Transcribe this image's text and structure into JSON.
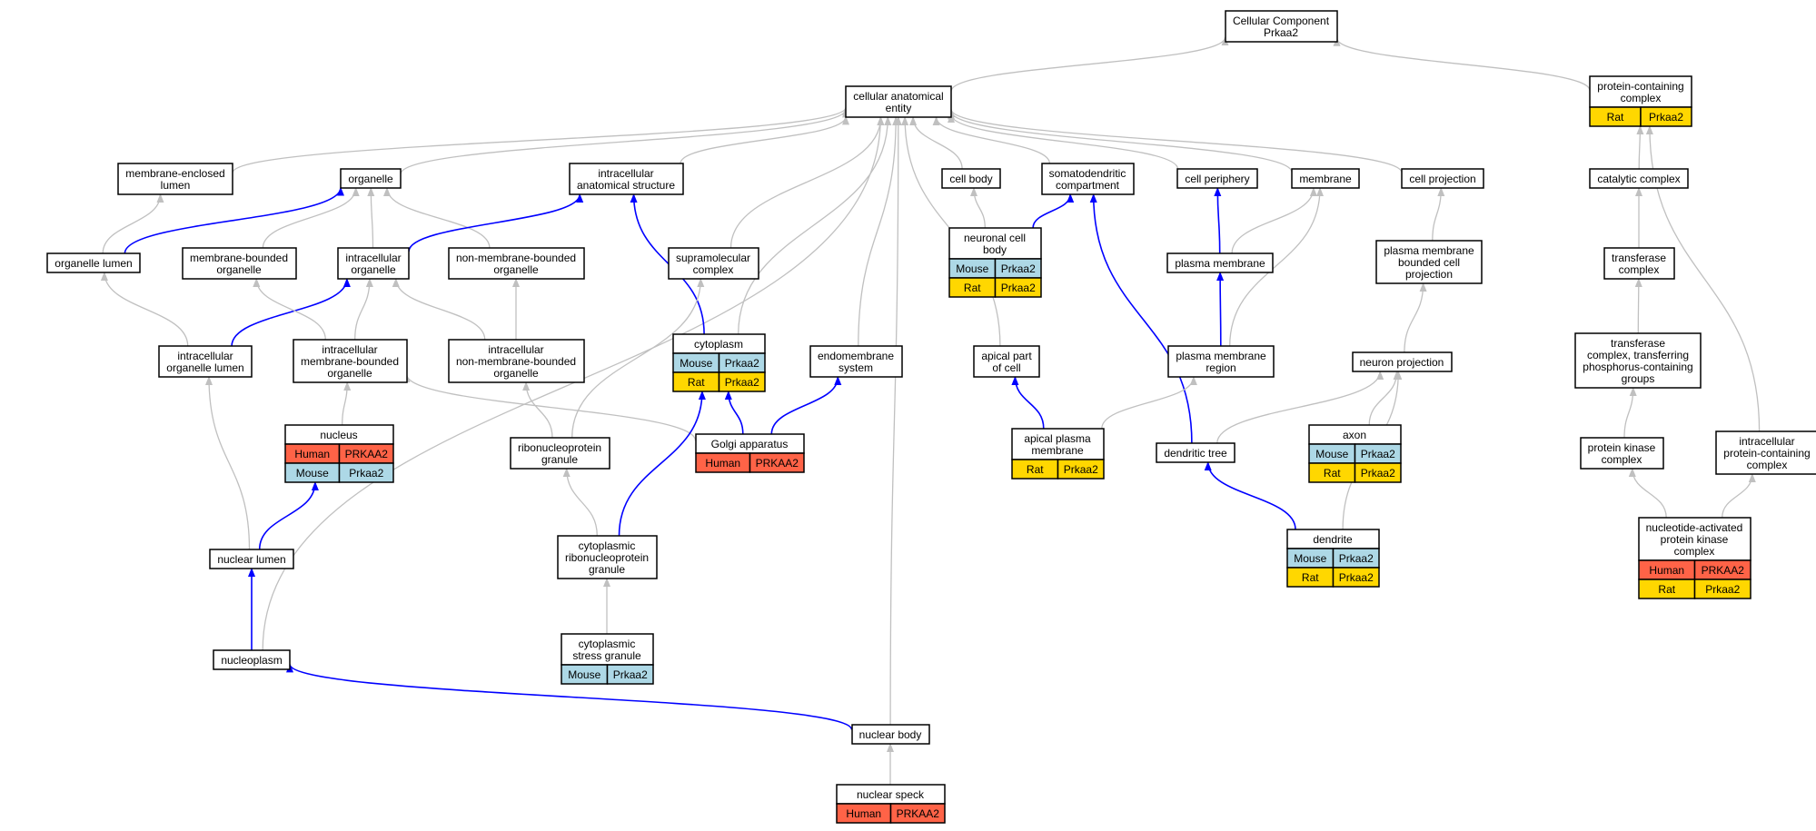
{
  "diagram": {
    "colors": {
      "is_a_edge": "#c0c0c0",
      "part_of_edge": "#0000ff",
      "node_border": "#000000",
      "Human": "#ff6347",
      "Mouse": "#add8e6",
      "Rat": "#ffd700"
    },
    "nodes": [
      {
        "id": "cellular_component",
        "lines": [
          "Cellular Component",
          "Prkaa2"
        ],
        "annotations": []
      },
      {
        "id": "cellular_anatomical_entity",
        "lines": [
          "cellular anatomical",
          "entity"
        ],
        "annotations": []
      },
      {
        "id": "protein_containing_complex",
        "lines": [
          "protein-containing",
          "complex"
        ],
        "annotations": [
          {
            "species": "Rat",
            "gene": "Prkaa2"
          }
        ]
      },
      {
        "id": "membrane_enclosed_lumen",
        "lines": [
          "membrane-enclosed",
          "lumen"
        ],
        "annotations": []
      },
      {
        "id": "organelle",
        "lines": [
          "organelle"
        ],
        "annotations": []
      },
      {
        "id": "intracellular_anatomical_structure",
        "lines": [
          "intracellular",
          "anatomical structure"
        ],
        "annotations": []
      },
      {
        "id": "cell_body",
        "lines": [
          "cell body"
        ],
        "annotations": []
      },
      {
        "id": "somatodendritic_compartment",
        "lines": [
          "somatodendritic",
          "compartment"
        ],
        "annotations": []
      },
      {
        "id": "cell_periphery",
        "lines": [
          "cell periphery"
        ],
        "annotations": []
      },
      {
        "id": "membrane",
        "lines": [
          "membrane"
        ],
        "annotations": []
      },
      {
        "id": "cell_projection",
        "lines": [
          "cell projection"
        ],
        "annotations": []
      },
      {
        "id": "catalytic_complex",
        "lines": [
          "catalytic complex"
        ],
        "annotations": []
      },
      {
        "id": "organelle_lumen",
        "lines": [
          "organelle lumen"
        ],
        "annotations": []
      },
      {
        "id": "membrane_bounded_organelle",
        "lines": [
          "membrane-bounded",
          "organelle"
        ],
        "annotations": []
      },
      {
        "id": "intracellular_organelle",
        "lines": [
          "intracellular",
          "organelle"
        ],
        "annotations": []
      },
      {
        "id": "non_membrane_bounded_organelle",
        "lines": [
          "non-membrane-bounded",
          "organelle"
        ],
        "annotations": []
      },
      {
        "id": "supramolecular_complex",
        "lines": [
          "supramolecular",
          "complex"
        ],
        "annotations": []
      },
      {
        "id": "neuronal_cell_body",
        "lines": [
          "neuronal cell",
          "body"
        ],
        "annotations": [
          {
            "species": "Mouse",
            "gene": "Prkaa2"
          },
          {
            "species": "Rat",
            "gene": "Prkaa2"
          }
        ]
      },
      {
        "id": "plasma_membrane",
        "lines": [
          "plasma membrane"
        ],
        "annotations": []
      },
      {
        "id": "plasma_membrane_bounded_cell_projection",
        "lines": [
          "plasma membrane",
          "bounded cell",
          "projection"
        ],
        "annotations": []
      },
      {
        "id": "transferase_complex",
        "lines": [
          "transferase",
          "complex"
        ],
        "annotations": []
      },
      {
        "id": "intracellular_organelle_lumen",
        "lines": [
          "intracellular",
          "organelle lumen"
        ],
        "annotations": []
      },
      {
        "id": "intracellular_membrane_bounded_organelle",
        "lines": [
          "intracellular",
          "membrane-bounded",
          "organelle"
        ],
        "annotations": []
      },
      {
        "id": "intracellular_non_membrane_bounded_organelle",
        "lines": [
          "intracellular",
          "non-membrane-bounded",
          "organelle"
        ],
        "annotations": []
      },
      {
        "id": "cytoplasm",
        "lines": [
          "cytoplasm"
        ],
        "annotations": [
          {
            "species": "Mouse",
            "gene": "Prkaa2"
          },
          {
            "species": "Rat",
            "gene": "Prkaa2"
          }
        ]
      },
      {
        "id": "endomembrane_system",
        "lines": [
          "endomembrane",
          "system"
        ],
        "annotations": []
      },
      {
        "id": "apical_part_of_cell",
        "lines": [
          "apical part",
          "of cell"
        ],
        "annotations": []
      },
      {
        "id": "plasma_membrane_region",
        "lines": [
          "plasma membrane",
          "region"
        ],
        "annotations": []
      },
      {
        "id": "neuron_projection",
        "lines": [
          "neuron projection"
        ],
        "annotations": []
      },
      {
        "id": "transferase_complex_phospho",
        "lines": [
          "transferase",
          "complex, transferring",
          "phosphorus-containing",
          "groups"
        ],
        "annotations": []
      },
      {
        "id": "nucleus",
        "lines": [
          "nucleus"
        ],
        "annotations": [
          {
            "species": "Human",
            "gene": "PRKAA2"
          },
          {
            "species": "Mouse",
            "gene": "Prkaa2"
          }
        ]
      },
      {
        "id": "ribonucleoprotein_granule",
        "lines": [
          "ribonucleoprotein",
          "granule"
        ],
        "annotations": []
      },
      {
        "id": "golgi_apparatus",
        "lines": [
          "Golgi apparatus"
        ],
        "annotations": [
          {
            "species": "Human",
            "gene": "PRKAA2"
          }
        ]
      },
      {
        "id": "apical_plasma_membrane",
        "lines": [
          "apical plasma",
          "membrane"
        ],
        "annotations": [
          {
            "species": "Rat",
            "gene": "Prkaa2"
          }
        ]
      },
      {
        "id": "dendritic_tree",
        "lines": [
          "dendritic tree"
        ],
        "annotations": []
      },
      {
        "id": "axon",
        "lines": [
          "axon"
        ],
        "annotations": [
          {
            "species": "Mouse",
            "gene": "Prkaa2"
          },
          {
            "species": "Rat",
            "gene": "Prkaa2"
          }
        ]
      },
      {
        "id": "protein_kinase_complex",
        "lines": [
          "protein kinase",
          "complex"
        ],
        "annotations": []
      },
      {
        "id": "intracellular_protein_containing_complex",
        "lines": [
          "intracellular",
          "protein-containing",
          "complex"
        ],
        "annotations": []
      },
      {
        "id": "nuclear_lumen",
        "lines": [
          "nuclear lumen"
        ],
        "annotations": []
      },
      {
        "id": "cytoplasmic_ribonucleoprotein_granule",
        "lines": [
          "cytoplasmic",
          "ribonucleoprotein",
          "granule"
        ],
        "annotations": []
      },
      {
        "id": "dendrite",
        "lines": [
          "dendrite"
        ],
        "annotations": [
          {
            "species": "Mouse",
            "gene": "Prkaa2"
          },
          {
            "species": "Rat",
            "gene": "Prkaa2"
          }
        ]
      },
      {
        "id": "nucleotide_activated_protein_kinase_complex",
        "lines": [
          "nucleotide-activated",
          "protein kinase",
          "complex"
        ],
        "annotations": [
          {
            "species": "Human",
            "gene": "PRKAA2"
          },
          {
            "species": "Rat",
            "gene": "Prkaa2"
          }
        ]
      },
      {
        "id": "nucleoplasm",
        "lines": [
          "nucleoplasm"
        ],
        "annotations": []
      },
      {
        "id": "cytoplasmic_stress_granule",
        "lines": [
          "cytoplasmic",
          "stress granule"
        ],
        "annotations": [
          {
            "species": "Mouse",
            "gene": "Prkaa2"
          }
        ]
      },
      {
        "id": "nuclear_body",
        "lines": [
          "nuclear body"
        ],
        "annotations": []
      },
      {
        "id": "nuclear_speck",
        "lines": [
          "nuclear speck"
        ],
        "annotations": [
          {
            "species": "Human",
            "gene": "PRKAA2"
          }
        ]
      }
    ],
    "edges": [
      {
        "from": "cellular_anatomical_entity",
        "to": "cellular_component",
        "type": "is_a"
      },
      {
        "from": "protein_containing_complex",
        "to": "cellular_component",
        "type": "is_a"
      },
      {
        "from": "membrane_enclosed_lumen",
        "to": "cellular_anatomical_entity",
        "type": "is_a"
      },
      {
        "from": "organelle",
        "to": "cellular_anatomical_entity",
        "type": "is_a"
      },
      {
        "from": "intracellular_anatomical_structure",
        "to": "cellular_anatomical_entity",
        "type": "is_a"
      },
      {
        "from": "cell_body",
        "to": "cellular_anatomical_entity",
        "type": "is_a"
      },
      {
        "from": "somatodendritic_compartment",
        "to": "cellular_anatomical_entity",
        "type": "is_a"
      },
      {
        "from": "cell_periphery",
        "to": "cellular_anatomical_entity",
        "type": "is_a"
      },
      {
        "from": "membrane",
        "to": "cellular_anatomical_entity",
        "type": "is_a"
      },
      {
        "from": "cell_projection",
        "to": "cellular_anatomical_entity",
        "type": "is_a"
      },
      {
        "from": "supramolecular_complex",
        "to": "cellular_anatomical_entity",
        "type": "is_a"
      },
      {
        "from": "cytoplasm",
        "to": "cellular_anatomical_entity",
        "type": "is_a"
      },
      {
        "from": "endomembrane_system",
        "to": "cellular_anatomical_entity",
        "type": "is_a"
      },
      {
        "from": "apical_part_of_cell",
        "to": "cellular_anatomical_entity",
        "type": "is_a"
      },
      {
        "from": "nucleoplasm",
        "to": "cellular_anatomical_entity",
        "type": "is_a"
      },
      {
        "from": "nuclear_body",
        "to": "cellular_anatomical_entity",
        "type": "is_a"
      },
      {
        "from": "catalytic_complex",
        "to": "protein_containing_complex",
        "type": "is_a"
      },
      {
        "from": "intracellular_protein_containing_complex",
        "to": "protein_containing_complex",
        "type": "is_a"
      },
      {
        "from": "organelle_lumen",
        "to": "membrane_enclosed_lumen",
        "type": "is_a"
      },
      {
        "from": "organelle_lumen",
        "to": "organelle",
        "type": "part_of"
      },
      {
        "from": "membrane_bounded_organelle",
        "to": "organelle",
        "type": "is_a"
      },
      {
        "from": "intracellular_organelle",
        "to": "organelle",
        "type": "is_a"
      },
      {
        "from": "non_membrane_bounded_organelle",
        "to": "organelle",
        "type": "is_a"
      },
      {
        "from": "intracellular_organelle",
        "to": "intracellular_anatomical_structure",
        "type": "part_of"
      },
      {
        "from": "cytoplasm",
        "to": "intracellular_anatomical_structure",
        "type": "part_of"
      },
      {
        "from": "neuronal_cell_body",
        "to": "cell_body",
        "type": "is_a"
      },
      {
        "from": "neuronal_cell_body",
        "to": "somatodendritic_compartment",
        "type": "part_of"
      },
      {
        "from": "dendritic_tree",
        "to": "somatodendritic_compartment",
        "type": "part_of"
      },
      {
        "from": "plasma_membrane",
        "to": "cell_periphery",
        "type": "part_of"
      },
      {
        "from": "plasma_membrane",
        "to": "membrane",
        "type": "is_a"
      },
      {
        "from": "plasma_membrane_region",
        "to": "membrane",
        "type": "is_a"
      },
      {
        "from": "plasma_membrane_bounded_cell_projection",
        "to": "cell_projection",
        "type": "is_a"
      },
      {
        "from": "transferase_complex",
        "to": "catalytic_complex",
        "type": "is_a"
      },
      {
        "from": "intracellular_organelle_lumen",
        "to": "organelle_lumen",
        "type": "is_a"
      },
      {
        "from": "intracellular_organelle_lumen",
        "to": "intracellular_organelle",
        "type": "part_of"
      },
      {
        "from": "intracellular_membrane_bounded_organelle",
        "to": "membrane_bounded_organelle",
        "type": "is_a"
      },
      {
        "from": "intracellular_membrane_bounded_organelle",
        "to": "intracellular_organelle",
        "type": "is_a"
      },
      {
        "from": "intracellular_non_membrane_bounded_organelle",
        "to": "intracellular_organelle",
        "type": "is_a"
      },
      {
        "from": "intracellular_non_membrane_bounded_organelle",
        "to": "non_membrane_bounded_organelle",
        "type": "is_a"
      },
      {
        "from": "ribonucleoprotein_granule",
        "to": "supramolecular_complex",
        "type": "is_a"
      },
      {
        "from": "plasma_membrane_region",
        "to": "plasma_membrane",
        "type": "part_of"
      },
      {
        "from": "neuron_projection",
        "to": "plasma_membrane_bounded_cell_projection",
        "type": "is_a"
      },
      {
        "from": "transferase_complex_phospho",
        "to": "transferase_complex",
        "type": "is_a"
      },
      {
        "from": "nucleus",
        "to": "intracellular_membrane_bounded_organelle",
        "type": "is_a"
      },
      {
        "from": "golgi_apparatus",
        "to": "intracellular_membrane_bounded_organelle",
        "type": "is_a"
      },
      {
        "from": "ribonucleoprotein_granule",
        "to": "intracellular_non_membrane_bounded_organelle",
        "type": "is_a"
      },
      {
        "from": "golgi_apparatus",
        "to": "cytoplasm",
        "type": "part_of"
      },
      {
        "from": "cytoplasmic_ribonucleoprotein_granule",
        "to": "cytoplasm",
        "type": "part_of"
      },
      {
        "from": "golgi_apparatus",
        "to": "endomembrane_system",
        "type": "part_of"
      },
      {
        "from": "apical_plasma_membrane",
        "to": "apical_part_of_cell",
        "type": "part_of"
      },
      {
        "from": "apical_plasma_membrane",
        "to": "plasma_membrane_region",
        "type": "is_a"
      },
      {
        "from": "dendritic_tree",
        "to": "neuron_projection",
        "type": "is_a"
      },
      {
        "from": "axon",
        "to": "neuron_projection",
        "type": "is_a"
      },
      {
        "from": "dendrite",
        "to": "neuron_projection",
        "type": "is_a"
      },
      {
        "from": "protein_kinase_complex",
        "to": "transferase_complex_phospho",
        "type": "is_a"
      },
      {
        "from": "nuclear_lumen",
        "to": "intracellular_organelle_lumen",
        "type": "is_a"
      },
      {
        "from": "nuclear_lumen",
        "to": "nucleus",
        "type": "part_of"
      },
      {
        "from": "cytoplasmic_ribonucleoprotein_granule",
        "to": "ribonucleoprotein_granule",
        "type": "is_a"
      },
      {
        "from": "dendrite",
        "to": "dendritic_tree",
        "type": "part_of"
      },
      {
        "from": "nucleotide_activated_protein_kinase_complex",
        "to": "protein_kinase_complex",
        "type": "is_a"
      },
      {
        "from": "nucleotide_activated_protein_kinase_complex",
        "to": "intracellular_protein_containing_complex",
        "type": "is_a"
      },
      {
        "from": "nucleoplasm",
        "to": "nuclear_lumen",
        "type": "part_of"
      },
      {
        "from": "cytoplasmic_stress_granule",
        "to": "cytoplasmic_ribonucleoprotein_granule",
        "type": "is_a"
      },
      {
        "from": "nuclear_body",
        "to": "nucleoplasm",
        "type": "part_of"
      },
      {
        "from": "nuclear_speck",
        "to": "nuclear_body",
        "type": "is_a"
      }
    ]
  }
}
